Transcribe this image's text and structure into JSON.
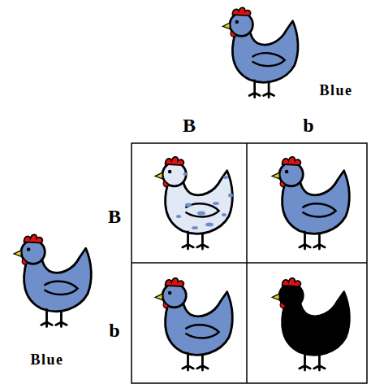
{
  "diagram": {
    "labels": [
      "Blue",
      "B",
      "b",
      "B",
      "b",
      "Blue"
    ]
  }
}
